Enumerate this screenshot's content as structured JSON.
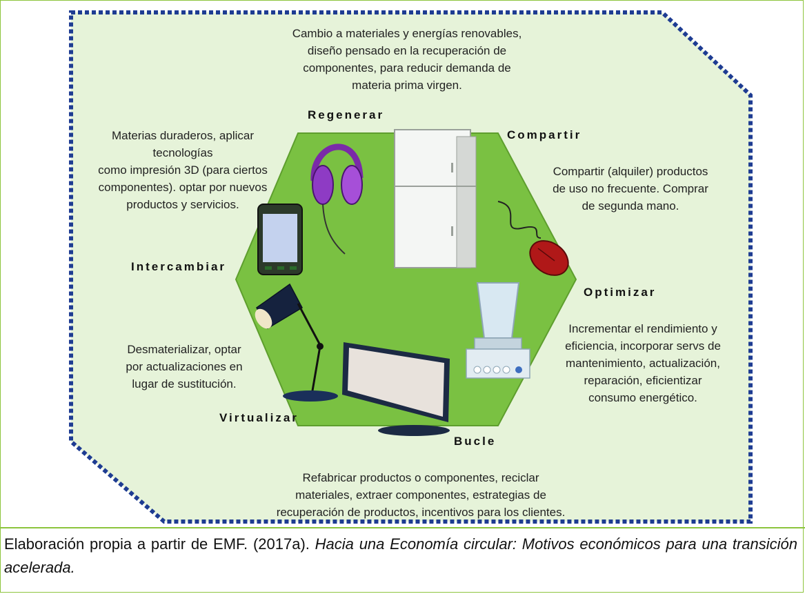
{
  "colors": {
    "outer_fill": "#e6f3d9",
    "outer_border": "#1e3c92",
    "hexagon": "#7ac142",
    "frame_line": "#8cc43c"
  },
  "top_text": [
    "Cambio a materiales y energías renovables,",
    "diseño pensado en la recuperación de",
    "componentes, para reducir demanda de",
    "materia prima virgen."
  ],
  "left_top_text": [
    "Materias duraderos, aplicar",
    "tecnologías",
    "como impresión 3D (para ciertos",
    "componentes). optar por nuevos",
    "productos y servicios."
  ],
  "right_top_text": [
    "Compartir (alquiler) productos",
    "de uso no frecuente. Comprar",
    "de segunda mano."
  ],
  "right_bottom_text": [
    "Incrementar el rendimiento y",
    "eficiencia, incorporar servs de",
    "mantenimiento, actualización,",
    "reparación, eficientizar",
    "consumo energético."
  ],
  "left_bottom_text": [
    "Desmaterializar, optar",
    "por actualizaciones en",
    "lugar de sustitución."
  ],
  "bottom_text": [
    "Refabricar productos o componentes, reciclar",
    "materiales, extraer componentes, estrategias de",
    "recuperación de productos, incentivos para los clientes."
  ],
  "labels": {
    "regenerar": "Regenerar",
    "compartir": "Compartir",
    "intercambiar": "Intercambiar",
    "optimizar": "Optimizar",
    "virtualizar": "Virtualizar",
    "bucle": "Bucle"
  },
  "icons": [
    "headphones-icon",
    "refrigerator-icon",
    "computer-mouse-icon",
    "blender-icon",
    "monitor-icon",
    "desk-lamp-icon",
    "smartphone-icon"
  ],
  "caption": {
    "prefix": "Elaboración propia a partir de EMF. (2017a). ",
    "title": "Hacia una Economía circular: Motivos económicos para una transición acelerada."
  }
}
